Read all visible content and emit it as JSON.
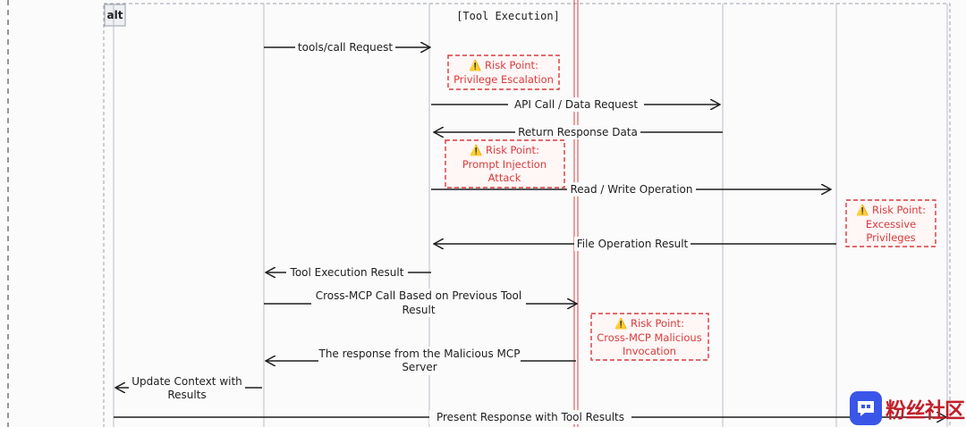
{
  "frame": {
    "alt_label": "alt",
    "title": "[Tool Execution]"
  },
  "messages": [
    {
      "id": "m1",
      "lines": [
        "tools/call Request"
      ]
    },
    {
      "id": "m2",
      "lines": [
        "API Call / Data Request"
      ]
    },
    {
      "id": "m3",
      "lines": [
        "Return Response Data"
      ]
    },
    {
      "id": "m4",
      "lines": [
        "Read / Write Operation"
      ]
    },
    {
      "id": "m5",
      "lines": [
        "File Operation Result"
      ]
    },
    {
      "id": "m6",
      "lines": [
        "Tool Execution Result"
      ]
    },
    {
      "id": "m7",
      "lines": [
        "Cross-MCP Call Based on Previous Tool",
        "Result"
      ]
    },
    {
      "id": "m8",
      "lines": [
        "The response from the Malicious MCP",
        "Server"
      ]
    },
    {
      "id": "m9",
      "lines": [
        "Update Context with",
        "Results"
      ]
    },
    {
      "id": "m10",
      "lines": [
        "Present Response with Tool Results"
      ]
    }
  ],
  "risks": [
    {
      "id": "r1",
      "lines": [
        "⚠️ Risk Point:",
        "Privilege Escalation"
      ]
    },
    {
      "id": "r2",
      "lines": [
        "⚠️ Risk Point:",
        "Prompt Injection",
        "Attack"
      ]
    },
    {
      "id": "r3",
      "lines": [
        "⚠️ Risk Point:",
        "Excessive",
        "Privileges"
      ]
    },
    {
      "id": "r4",
      "lines": [
        "⚠️ Risk Point:",
        "Cross-MCP Malicious",
        "Invocation"
      ]
    }
  ],
  "colors": {
    "line": "#1e1e1e",
    "lifeline": "#b8bcc4",
    "risk": "#d93b3b",
    "risk_bg": "#fff6f6",
    "highlight_lifeline": "#e23b3b",
    "watermark_icon": "#3a56e8",
    "watermark_text": "#c21f2a"
  },
  "watermark": {
    "text": "粉丝社区",
    "icon": "chat-bubble-icon"
  }
}
